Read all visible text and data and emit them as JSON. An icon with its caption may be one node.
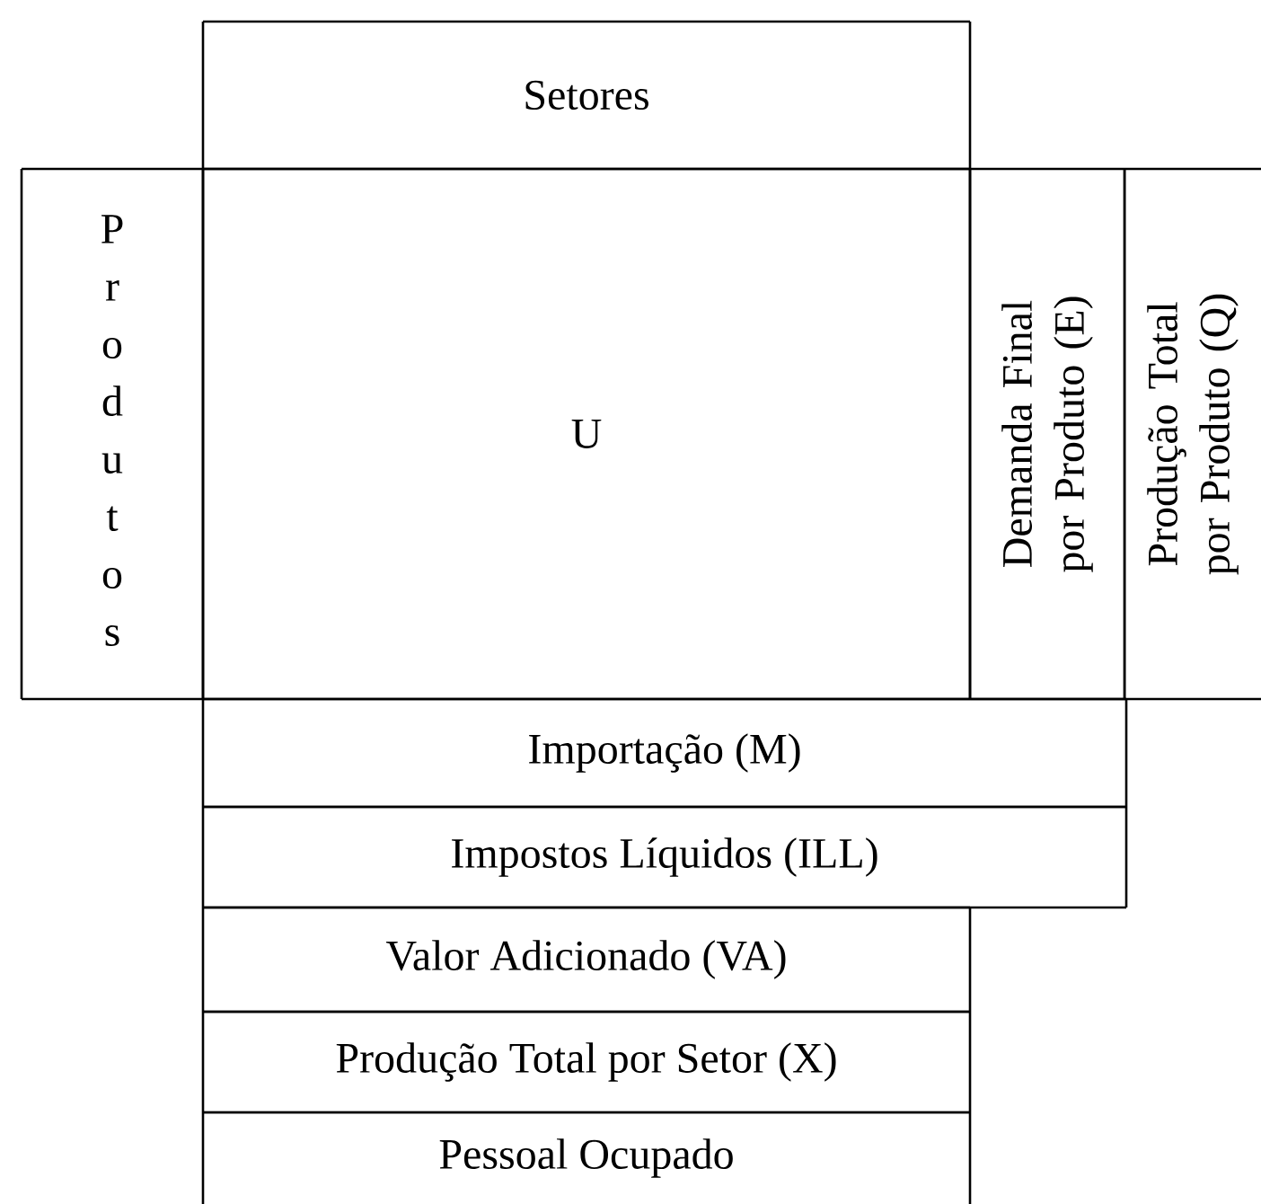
{
  "diagram": {
    "nodes": [
      {
        "text": [
          "Setores"
        ]
      },
      {
        "text": [
          "Produtos"
        ]
      },
      {
        "text": [
          "U"
        ]
      },
      {
        "text": [
          "Demanda Final por Produto (E)"
        ]
      },
      {
        "text": [
          "Produção Total por Produto (Q)"
        ]
      },
      {
        "text": [
          "Importação (M)"
        ]
      },
      {
        "text": [
          "Impostos Líquidos (ILL)"
        ]
      },
      {
        "text": [
          "Valor Adicionado (VA)"
        ]
      },
      {
        "text": [
          "Produção Total por Setor (X)"
        ]
      },
      {
        "text": [
          "Pessoal Ocupado"
        ]
      }
    ]
  }
}
